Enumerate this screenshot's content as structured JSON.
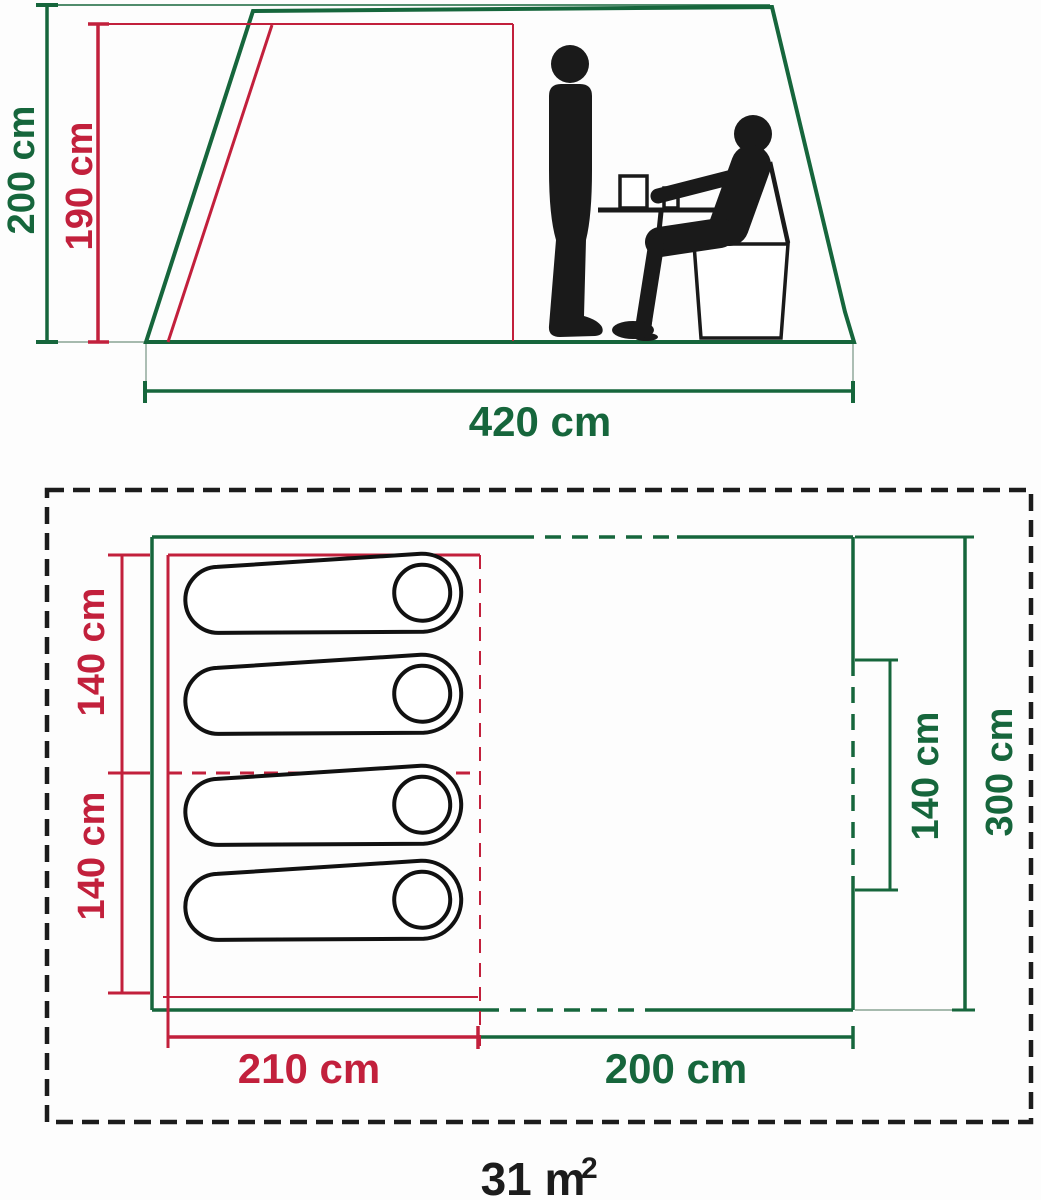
{
  "colors": {
    "green": "#16663c",
    "red": "#c2203c",
    "black": "#1c1c1c",
    "background": "#fdfdfd"
  },
  "side_view": {
    "outer_height": "200 cm",
    "inner_height": "190 cm",
    "floor_width": "420 cm"
  },
  "floor_plan": {
    "bedroom_depth_front": "140 cm",
    "bedroom_depth_rear": "140 cm",
    "bedroom_width": "210 cm",
    "living_width": "200 cm",
    "door_width": "140 cm",
    "total_depth": "300 cm",
    "area_value": "31 m",
    "area_superscript": "2",
    "sleeping_bag_count": 4
  }
}
